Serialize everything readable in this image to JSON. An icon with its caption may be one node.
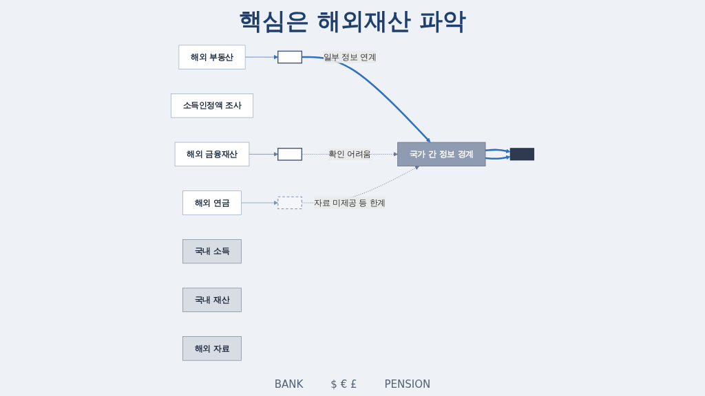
{
  "diagram": {
    "title": "핵심은 해외재산 파악",
    "nodes": [
      {
        "text": [
          "해외 부동산"
        ]
      },
      {
        "text": [],
        "shape": "box"
      },
      {
        "text": [
          "국가 간 정보 경계"
        ]
      },
      {
        "text": [],
        "shape": "box"
      },
      {
        "text": [
          "소득인정액 조사"
        ]
      },
      {
        "text": [
          "해외 금융재산"
        ]
      },
      {
        "text": [],
        "shape": "box"
      },
      {
        "text": [
          "해외 연금"
        ]
      },
      {
        "text": [],
        "shape": "box"
      },
      {
        "text": [
          "국내 소득"
        ]
      },
      {
        "text": [
          "국내 재산"
        ]
      },
      {
        "text": [
          "해외 자료"
        ]
      }
    ],
    "edges": [
      {
        "from": 0,
        "to": 1,
        "arrow": "to",
        "color": "#2f6fc4"
      },
      {
        "from": 1,
        "to": 2,
        "arrow": "to",
        "label": "일부 정보 연계",
        "style": "thick",
        "color": "#2f6fc4"
      },
      {
        "from": 5,
        "to": 6,
        "arrow": "to",
        "color": "#6b7890"
      },
      {
        "from": 6,
        "to": 2,
        "arrow": "to",
        "label": "확인 어려움",
        "style": "dashed",
        "color": "#6b7890"
      },
      {
        "from": 7,
        "to": 8,
        "arrow": "to",
        "color": "#7f93b0"
      },
      {
        "from": 8,
        "to": 2,
        "arrow": "to",
        "label": "자료 미제공 등 한계",
        "style": "dashed",
        "color": "#6b7890"
      },
      {
        "from": 2,
        "to": 3,
        "arrow": "to",
        "style": "thick",
        "color": "#2f6fc4"
      },
      {
        "from": 2,
        "to": 3,
        "arrow": "to",
        "style": "thick",
        "color": "#2f6fc4"
      }
    ],
    "labels": [
      "BANK",
      "$ € £",
      "PENSION"
    ]
  }
}
